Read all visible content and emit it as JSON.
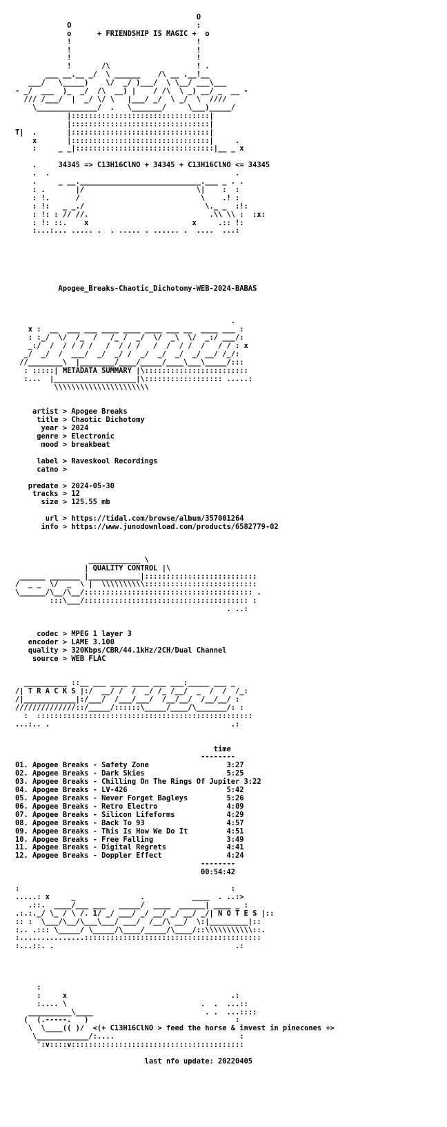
{
  "nfo": {
    "lines": [
      "                                                ",
      "                                          O       ",
      "            O                             :       ",
      "            o      + FRIENDSHIP IS MAGIC +  o       ",
      "            !                             !       ",
      "            !                             !       ",
      "            !                             !       ",
      "            !       /\\                    ! .      ",
      "       ___ __.__ _/  \\ ______    /\\ __ .__!__     ",
      "   ___/   \\_____)    \\/  _/ )___/  \\ \\__/ ___\\___ ",
      "- _/  ___  )_  _/  /\\  __) |    / /\\  \\ _) __/ _  __ -",
      "  /// /___/  |  _/ \\/ \\   |___/ _/  \\ _/  \\  ////  ",
      "    \\______________/  .   \\_______/     \\___)_____/",
      "            |::::::::::::::::::::::::::::::::|      ",
      "            |::::::::::::::::::::::::::::::::|      ",
      "T|  .       |::::::::::::::::::::::::::::::::|      ",
      "    x       |::::::::::::::::::::::::::::::::|     .",
      "    :     _ _|::::::::::::::::::::::::::::::::|__ _ x",
      "                                                  ",
      "    .     34345 => C13H16ClNO + 34345 + C13H16ClNO <= 34345",
      "    .  .                                           .",
      "    .     _ __.____________________________.___ _ . .",
      "    : .       |/                          \\|    :  :",
      "    : !.      /                            \\    .! :",
      "    : !:   _ _./                            \\._ _  :!:",
      "    : !: : // //.                            .\\\\ \\\\ :  :x:",
      "    : !: ::.    x                        x     .:: !:",
      "    :...:... ..... .  . ..... . ...... .  ....  ...:",
      "                                                  ",
      "                                                  ",
      "                                                  ",
      "                                                  ",
      "                                                  ",
      "                                                  ",
      "          Apogee_Breaks-Chaotic_Dichotomy-WEB-2024-BABAS",
      "                                                  ",
      "                                                  ",
      "                                                  ",
      "                                                  .",
      "   x :  __  ___ ___ ____ ____ ____ ___ __  ____ ___ :",
      "   : :_/  \\/  /_  /   /_ /  _/  \\/  _\\  \\/  _:/ ___/:",
      "   _:/  /  / / / /   /  / / /   /  /  / /  /   / / : x",
      "  _/  _/  /  ___/  _/  _/ /  _/  _/  _/  _/ __/ /_/: ",
      " //________\\  |________/____/_____/____\\___\\_____/::: ",
      "  : :::::| METADATA SUMMARY |\\::::::::::::::::::::::::",
      "  :...  |___________________|\\:::::::::::::::::: .....:",
      "         \\\\\\\\\\\\\\\\\\\\\\\\\\\\\\\\\\\\\\\\\\\\                       ",
      "                                                  ",
      "                                                  ",
      "    artist > Apogee Breaks",
      "     title > Chaotic Dichotomy",
      "      year > 2024",
      "     genre > Electronic",
      "      mood > breakbeat",
      "                                                  ",
      "     label > Raveskool Recordings",
      "     catno >",
      "                                                  ",
      "   predate > 2024-05-30",
      "    tracks > 12",
      "      size > 125.55 mb",
      "                                                  ",
      "       url > https://tidal.com/browse/album/357001264",
      "      info > https://www.junodownload.com/products/6582779-02",
      "                                                  ",
      "                                                  ",
      "                                                  ",
      "                 ____________ \\                   ",
      "                | QUALITY CONTROL |\\                   ",
      " ______ _______ |____________|::::::::::::::::::::::::::",
      "/  _ _  \\/  _  \\ |  \\\\\\\\\\\\\\\\\\\\::::::::::::::::::::::::::",
      "\\______/\\__/\\__/::::::::::::::::::::::::::::::::::::::: .",
      "        :::\\___/:::::::::::::::::::::::::::::::::::::: :",
      "                                                 . ..:",
      "                                                  ",
      "                                                  ",
      "     codec > MPEG 1 layer 3",
      "   encoder > LAME 3.100",
      "   quality > 320Kbps/CBR/44.1kHz/2CH/Dual Channel",
      "    source > WEB FLAC",
      "                                                  ",
      "                                                  ",
      "  __________ ::__ ___ ____ ____ ___ ___:_____ ___ _",
      "/| T R A C K S |:/  __/ /  /  _/ /_ /__/  _  /  /  /_:",
      "/|____________|:/___/  /___/___/  /__/__/  /__/__/ :",
      "//////////////::/_____/::::::\\_____/____/\\_______/: :",
      "  :  ::::::::::::::::::::::::::::::::::::::::::::::::::",
      "...:.. .                                          .:",
      "                                                  ",
      "                                                  ",
      "                                              time",
      "                                           --------",
      "01. Apogee Breaks - Safety Zone                  3:27",
      "02. Apogee Breaks - Dark Skies                   5:25",
      "03. Apogee Breaks - Chilling On The Rings Of Jupiter 3:22",
      "04. Apogee Breaks - LV-426                       5:42",
      "05. Apogee Breaks - Never Forget Bagleys         5:26",
      "06. Apogee Breaks - Retro Electro                4:09",
      "07. Apogee Breaks - Silicon Lifeforms            4:29",
      "08. Apogee Breaks - Back To 93                   4:57",
      "09. Apogee Breaks - This Is How We Do It         4:51",
      "10. Apogee Breaks - Free Falling                 3:49",
      "11. Apogee Breaks - Digital Regrets              4:41",
      "12. Apogee Breaks - Doppler Effect               4:24",
      "                                           --------",
      "                                           00:54:42",
      "                                                  ",
      ":                                                 :",
      ".....: x     _               .           ____  . ..:>",
      "   .::.  ____/___ ___   _____/  ____  ______| ____ _ :",
      ".:.:._/ \\_ / \\ /. 1/ _/ ___/ _/ __/ _/ __/ _/| N O T E S |::",
      ":: :  \\___/\\__/\\___\\___/ ___/  /__/\\ __/  \\:|_________|::",
      ":.. .::: \\_____/ \\_____/\\____/_____/\\____/::\\\\\\\\\\\\\\\\\\\\\\::.",
      ":...............:::::::::::::::::::::::::::::::::::::::::",
      ":...::. .                                          .:",
      "                                                  ",
      "                                                  ",
      "                                                  ",
      "                                                  ",
      "     :                                            ",
      "     :     x                                      .:",
      "     :.... \\                               .  .  ...::",
      "   __________\\____                          . .  ...::::",
      "  (  (.-----.   )                                  :",
      "   \\  \\____(( )/  <(+ C13H16ClNO > feed the horse & invest in pinecones +>",
      "    \\____________/:....                             :",
      "     ':v::::v::::::::::::::::::::::::::::::::::::::::",
      "                                                  ",
      "                              last nfo update: 20220405"
    ]
  }
}
